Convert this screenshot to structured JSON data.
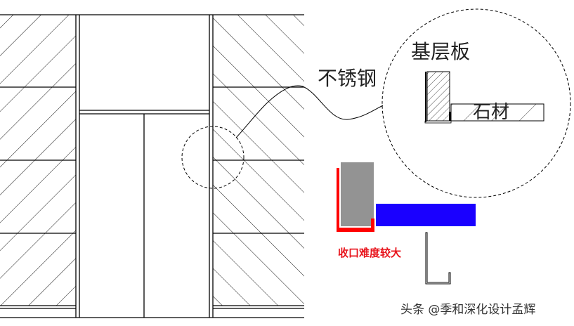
{
  "labels": {
    "stainless_steel": "不锈钢",
    "base_board": "基层板",
    "stone": "石材",
    "difficulty_note": "收口难度较大",
    "watermark": "头条 @季和深化设计孟辉"
  },
  "colors": {
    "line": "#000000",
    "base_board_fill": "#939393",
    "stone_fill": "#1a00ff",
    "steel_trim": "#ff0000",
    "note_text": "#e8141c"
  }
}
